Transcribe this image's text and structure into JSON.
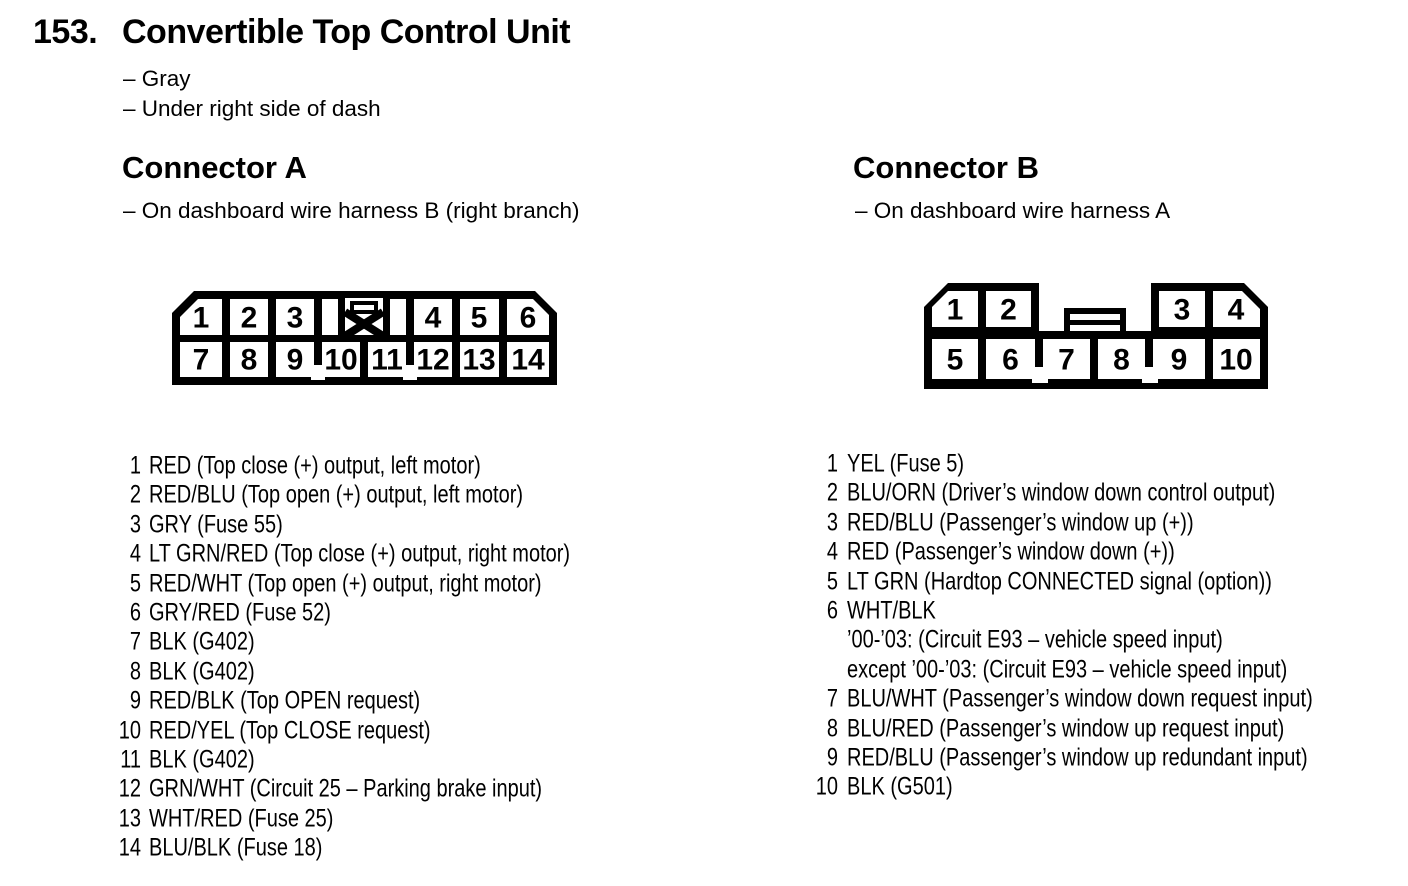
{
  "page": {
    "section_number": "153.",
    "title": "Convertible Top Control Unit",
    "notes": [
      "– Gray",
      "– Under right side of dash"
    ]
  },
  "colors": {
    "ink": "#000000",
    "paper": "#ffffff"
  },
  "connector_a": {
    "heading": "Connector A",
    "subtitle": "– On dashboard wire harness B (right branch)",
    "top_pins": [
      "1",
      "2",
      "3",
      "4",
      "5",
      "6"
    ],
    "bottom_pins": [
      "7",
      "8",
      "9",
      "10",
      "11",
      "12",
      "13",
      "14"
    ],
    "pins": [
      {
        "num": "1",
        "desc": "RED (Top close (+) output, left motor)"
      },
      {
        "num": "2",
        "desc": "RED/BLU (Top open (+) output, left motor)"
      },
      {
        "num": "3",
        "desc": "GRY (Fuse 55)"
      },
      {
        "num": "4",
        "desc": "LT GRN/RED (Top close (+) output, right motor)"
      },
      {
        "num": "5",
        "desc": "RED/WHT (Top open (+) output, right motor)"
      },
      {
        "num": "6",
        "desc": "GRY/RED (Fuse 52)"
      },
      {
        "num": "7",
        "desc": "BLK (G402)"
      },
      {
        "num": "8",
        "desc": "BLK (G402)"
      },
      {
        "num": "9",
        "desc": "RED/BLK (Top OPEN request)"
      },
      {
        "num": "10",
        "desc": "RED/YEL (Top CLOSE request)"
      },
      {
        "num": "11",
        "desc": "BLK (G402)"
      },
      {
        "num": "12",
        "desc": "GRN/WHT (Circuit 25 – Parking brake input)"
      },
      {
        "num": "13",
        "desc": "WHT/RED (Fuse 25)"
      },
      {
        "num": "14",
        "desc": "BLU/BLK (Fuse 18)"
      }
    ]
  },
  "connector_b": {
    "heading": "Connector B",
    "subtitle": "– On dashboard wire harness A",
    "top_pins": [
      "1",
      "2",
      "3",
      "4"
    ],
    "bottom_pins": [
      "5",
      "6",
      "7",
      "8",
      "9",
      "10"
    ],
    "pins": [
      {
        "num": "1",
        "desc": "YEL (Fuse 5)"
      },
      {
        "num": "2",
        "desc": "BLU/ORN (Driver’s window down control output)"
      },
      {
        "num": "3",
        "desc": "RED/BLU (Passenger’s window up (+))"
      },
      {
        "num": "4",
        "desc": "RED (Passenger’s window down (+))"
      },
      {
        "num": "5",
        "desc": "LT GRN (Hardtop CONNECTED signal (option))"
      },
      {
        "num": "6",
        "desc": "WHT/BLK",
        "extra": [
          "’00-’03: (Circuit E93 – vehicle speed input)",
          "except ’00-’03: (Circuit E93 – vehicle speed input)"
        ]
      },
      {
        "num": "7",
        "desc": "BLU/WHT (Passenger’s window down request input)"
      },
      {
        "num": "8",
        "desc": "BLU/RED (Passenger’s window up request input)"
      },
      {
        "num": "9",
        "desc": "RED/BLU (Passenger’s window up redundant input)"
      },
      {
        "num": "10",
        "desc": "BLK (G501)"
      }
    ]
  }
}
